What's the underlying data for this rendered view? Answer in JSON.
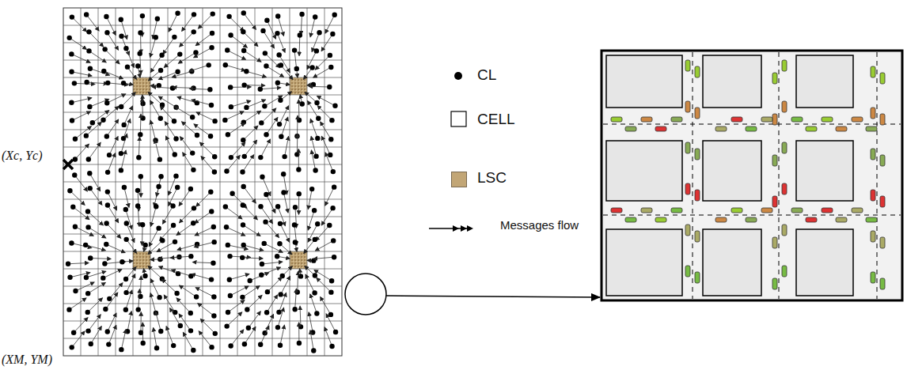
{
  "diagram": {
    "labels": [
      "(Xc, Yc)",
      "(XM, YM)"
    ],
    "legend": [
      {
        "text": "CL"
      },
      {
        "text": "CELL"
      },
      {
        "text": "LSC",
        "color": "#c2a676"
      },
      {
        "text": "Messages flow"
      }
    ]
  }
}
